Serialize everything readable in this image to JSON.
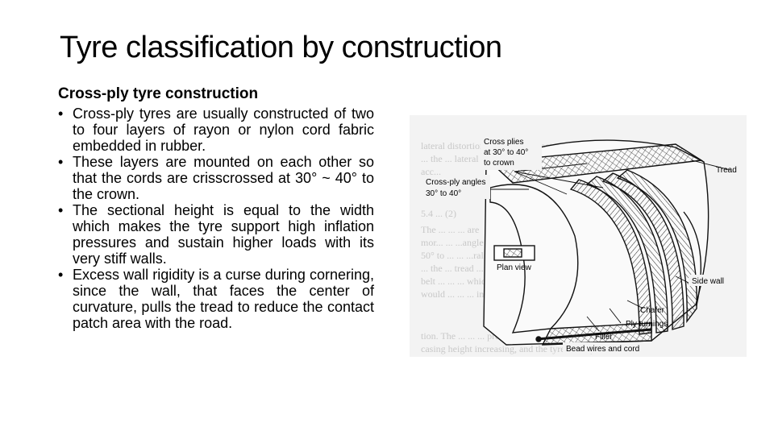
{
  "slide": {
    "title": "Tyre classification by construction",
    "subheading": "Cross-ply tyre construction",
    "bullets": [
      "Cross-ply tyres are usually constructed of two to four layers of rayon or nylon cord fabric embedded in rubber.",
      "These layers are mounted on each other so that the cords are crisscrossed at 30° ~ 40° to the crown.",
      "The sectional height is equal to the width which makes the tyre support high inflation pressures and sustain higher loads with its very stiff walls.",
      "Excess wall rigidity is a curse during cornering, since the wall, that faces the center of curvature, pulls the tread to reduce the contact patch area with the road."
    ]
  },
  "figure": {
    "labels": {
      "cross_plies_1": "Cross plies",
      "cross_plies_2": "at 30° to 40°",
      "cross_plies_3": "to crown",
      "cross_ply_angles_1": "Cross-ply angles",
      "cross_ply_angles_2": "30° to 40°",
      "tread": "Tread",
      "plan_view": "Plan view",
      "side_wall": "Side wall",
      "chafer": "Chafer",
      "filler": "Filler",
      "ply_turnings": "Ply turnings",
      "bead_wires_and_cord": "Bead wires and cord"
    },
    "background_text": [
      "lateral distortion causes ... contact",
      "... the ... lateral",
      "acc...",
      "5.4 ... (2)",
      "The ... ... ... are",
      "mor... ... ...angle of",
      "50° to ... ... ...ral plies",
      "... the ... tread ... out the",
      "belt ... ... ... which",
      "would ... ... ... infla-",
      "tion. The ... ... ... prevent the",
      "casing height increasing, and the tyre usually its"
    ],
    "colors": {
      "ink": "#111111",
      "paper": "#f2f2f2",
      "ghost_text": "#c8c8c8"
    }
  }
}
